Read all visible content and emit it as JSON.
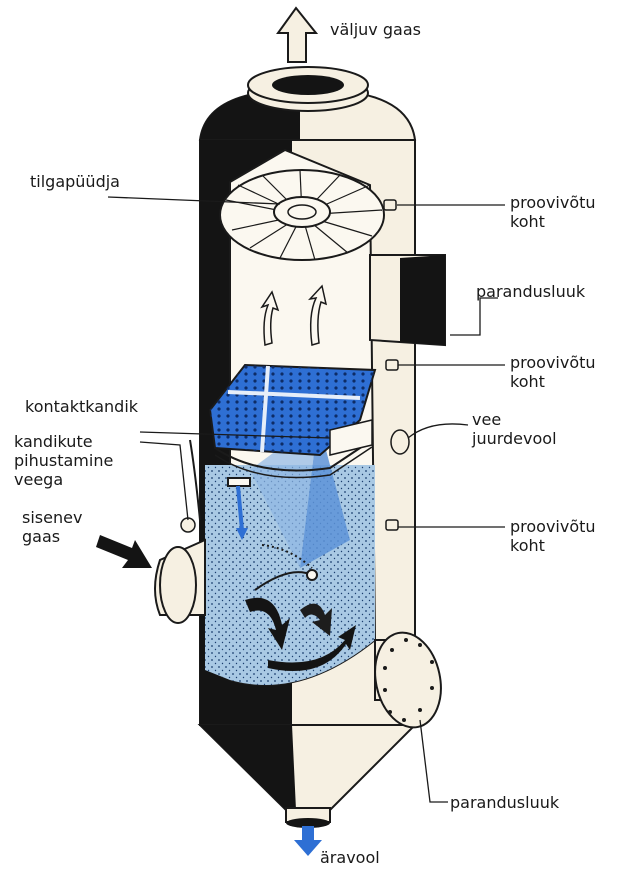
{
  "labels": {
    "exhaust_gas": "väljuv gaas",
    "droplet_catcher": "tilgapüüdja",
    "sampling_point_1": "proovivõtu\nkoht",
    "maintenance_hatch_top": "parandusluuk",
    "sampling_point_2": "proovivõtu\nkoht",
    "contact_tray": "kontaktkandik",
    "water_inlet": "vee\njuurdevool",
    "tray_spraying": "kandikute\npihustamine\nveega",
    "incoming_gas": "sisenev\ngaas",
    "sampling_point_3": "proovivõtu\nkoht",
    "maintenance_hatch_bottom": "parandusluuk",
    "drain": "äravool"
  },
  "colors": {
    "shell_dark": "#141414",
    "shell_light": "#f6f0e2",
    "interior_white": "#fbf8f0",
    "water_blue": "#a9c9e4",
    "tray_blue": "#2e6fd4",
    "cone_blue": "#5d93d8",
    "outline": "#1a1a1a"
  }
}
